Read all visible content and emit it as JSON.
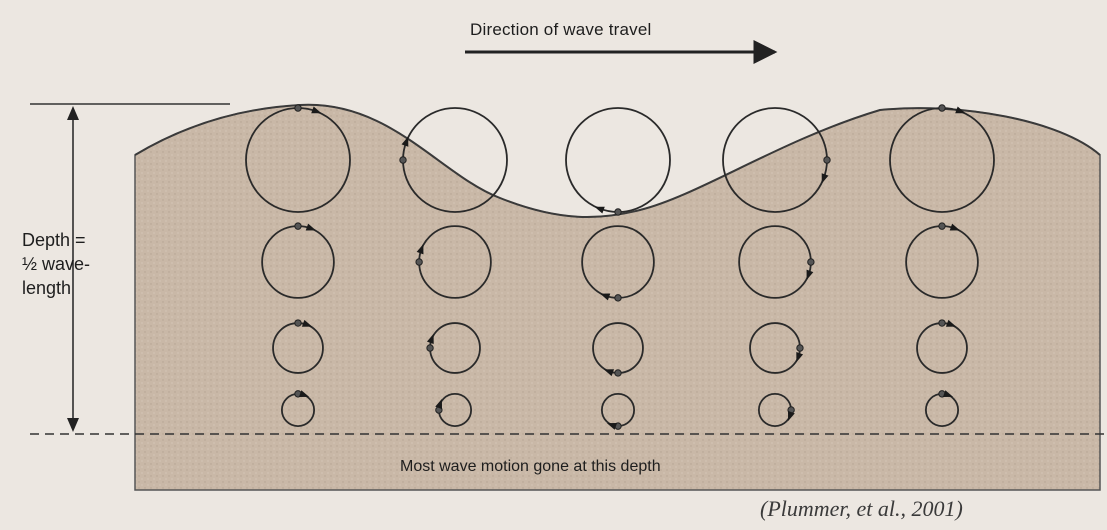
{
  "title": "Direction of wave travel",
  "depth_label_lines": [
    "Depth =",
    "½ wave-",
    "length"
  ],
  "bottom_note": "Most wave motion gone at this depth",
  "citation": "(Plummer, et al., 2001)",
  "colors": {
    "background": "#ece7e1",
    "water": "#c9b8a7",
    "line": "#222222"
  },
  "orbit_columns": 5,
  "orbit_rows": 4,
  "orbit_radius_ratios": [
    1.0,
    0.69,
    0.48,
    0.31
  ]
}
